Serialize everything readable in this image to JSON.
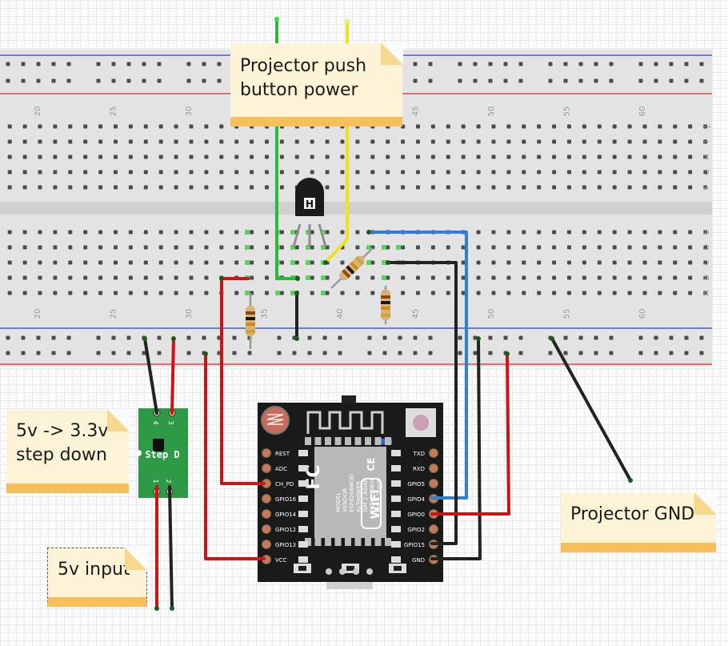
{
  "breadboard": {
    "column_numbers": [
      "20",
      "25",
      "30",
      "35",
      "40",
      "45",
      "50",
      "55",
      "60"
    ],
    "row_letters_top": [
      "J",
      "I",
      "H",
      "G",
      "F"
    ],
    "row_letters_bottom": [
      "E",
      "D",
      "C",
      "B",
      "A"
    ]
  },
  "notes": {
    "projector_power": [
      "Projector push",
      "button power"
    ],
    "step_down": [
      "5v -> 3.3v",
      "step down"
    ],
    "input": "5v input",
    "gnd": "Projector GND"
  },
  "step_down_module": {
    "label": "Step D",
    "pins_top": [
      "4",
      "3"
    ],
    "pins_bottom": [
      "1",
      "2"
    ]
  },
  "esp_board": {
    "left_pins": [
      "REST",
      "ADC",
      "CH_PD",
      "GPIO16",
      "GPIO14",
      "GPIO12",
      "GPIO13",
      "VCC"
    ],
    "right_pins": [
      "TXD",
      "RXD",
      "GPIO5",
      "GPIO4",
      "GPIO0",
      "GPIO2",
      "GPIO15",
      "GND"
    ],
    "module_text": [
      "MODEL",
      "VENDOR",
      "ESP8266MOD",
      "AI-THINKER",
      "ISM 2.4GHz",
      "PA +25dBm",
      "802.11b/g/n"
    ],
    "fc_mark": "FC",
    "ce_mark": "CE",
    "wifi_mark": "WiFi"
  },
  "transistor": {
    "mark": "H"
  },
  "colors": {
    "board": "#e3e3e3",
    "board_dark": "#d0d0d0",
    "rail_red": "#d02f2f",
    "rail_blue": "#2c3bd0",
    "hole": "#4b4b4b",
    "wire_red": "#cc1414",
    "wire_black": "#222222",
    "wire_green": "#2db93a",
    "wire_yellow": "#f0e020",
    "wire_blue": "#2f7ed8",
    "note_bg": "#fdf3d6",
    "note_bar": "#f6bf5b",
    "pcb_green": "#2e9a45",
    "esp_black": "#1a1a1a"
  }
}
